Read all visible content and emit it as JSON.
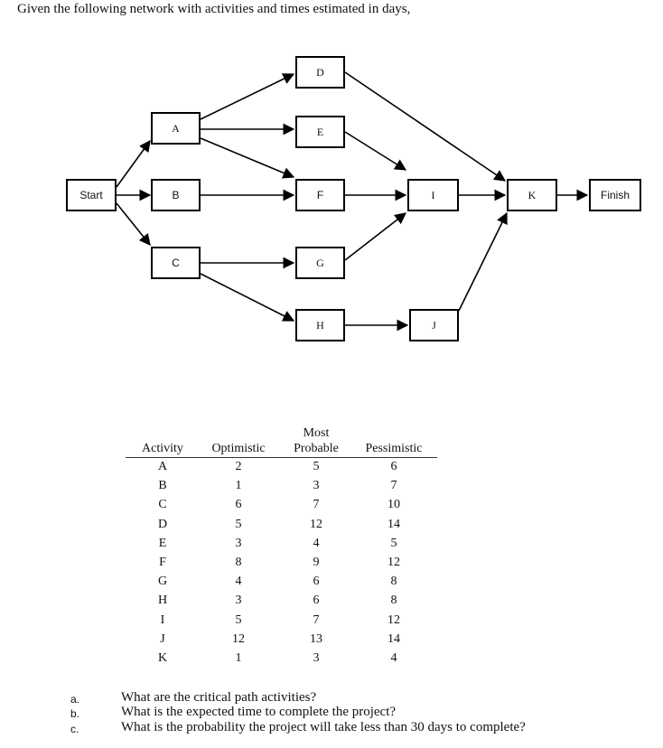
{
  "intro": "Given the following network with activities and times estimated in days,",
  "nodes": {
    "start": "Start",
    "a": "A",
    "b": "B",
    "c": "C",
    "d": "D",
    "e": "E",
    "f": "F",
    "g": "G",
    "h": "H",
    "i": "I",
    "j": "J",
    "k": "K",
    "finish": "Finish"
  },
  "table": {
    "header_top": "Most",
    "headers": [
      "Activity",
      "Optimistic",
      "Probable",
      "Pessimistic"
    ],
    "rows": [
      [
        "A",
        "2",
        "5",
        "6"
      ],
      [
        "B",
        "1",
        "3",
        "7"
      ],
      [
        "C",
        "6",
        "7",
        "10"
      ],
      [
        "D",
        "5",
        "12",
        "14"
      ],
      [
        "E",
        "3",
        "4",
        "5"
      ],
      [
        "F",
        "8",
        "9",
        "12"
      ],
      [
        "G",
        "4",
        "6",
        "8"
      ],
      [
        "H",
        "3",
        "6",
        "8"
      ],
      [
        "I",
        "5",
        "7",
        "12"
      ],
      [
        "J",
        "12",
        "13",
        "14"
      ],
      [
        "K",
        "1",
        "3",
        "4"
      ]
    ]
  },
  "questions": [
    {
      "letter": "a.",
      "text": "What are the critical path activities?"
    },
    {
      "letter": "b.",
      "text": "What is the expected time to complete the project?"
    },
    {
      "letter": "c.",
      "text": "What is the probability the project will take less than 30 days to complete?"
    }
  ]
}
